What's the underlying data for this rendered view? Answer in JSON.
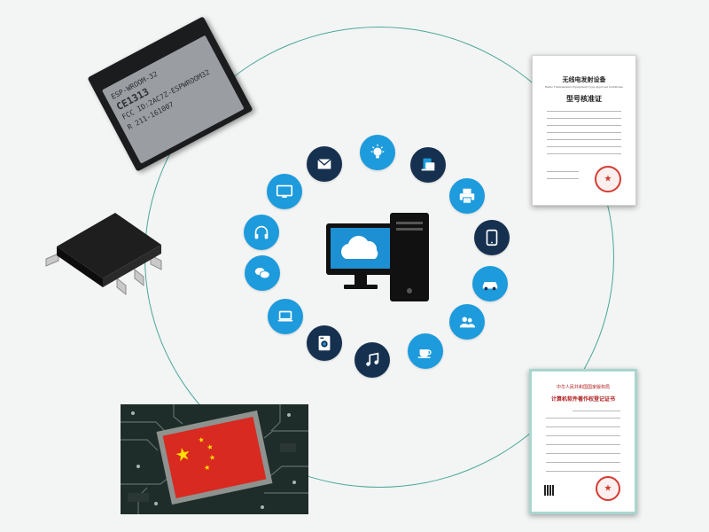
{
  "module_chip": {
    "marking_lines": [
      "ESP-WROOM-32",
      "CE1313",
      "FCC ID:2AC7Z-ESPWROOM32",
      "R 211-161007"
    ]
  },
  "certificate_top": {
    "title": "无线电发射设备",
    "subtitle": "型号核准证",
    "english_title": "Radio Transmission Equipment Type Approval Certificate"
  },
  "certificate_bottom": {
    "title": "中华人民共和国国家版权局",
    "subtitle": "计算机软件著作权登记证书"
  },
  "colors": {
    "ring": "#4aa89a",
    "icon_dark": "#16304f",
    "icon_light": "#1d9bdc",
    "monitor_screen": "#1d8fd3",
    "background": "#f3f4f4"
  },
  "icons": [
    {
      "name": "lightbulb-icon",
      "tone": "light"
    },
    {
      "name": "devices-icon",
      "tone": "dark"
    },
    {
      "name": "printer-icon",
      "tone": "light"
    },
    {
      "name": "tablet-icon",
      "tone": "dark"
    },
    {
      "name": "car-icon",
      "tone": "light"
    },
    {
      "name": "users-icon",
      "tone": "light"
    },
    {
      "name": "coffee-cup-icon",
      "tone": "light"
    },
    {
      "name": "music-note-icon",
      "tone": "dark"
    },
    {
      "name": "washing-machine-icon",
      "tone": "dark"
    },
    {
      "name": "laptop-icon",
      "tone": "light"
    },
    {
      "name": "chat-bubbles-icon",
      "tone": "light"
    },
    {
      "name": "headphones-icon",
      "tone": "light"
    },
    {
      "name": "tv-icon",
      "tone": "light"
    },
    {
      "name": "mail-icon",
      "tone": "dark"
    }
  ]
}
